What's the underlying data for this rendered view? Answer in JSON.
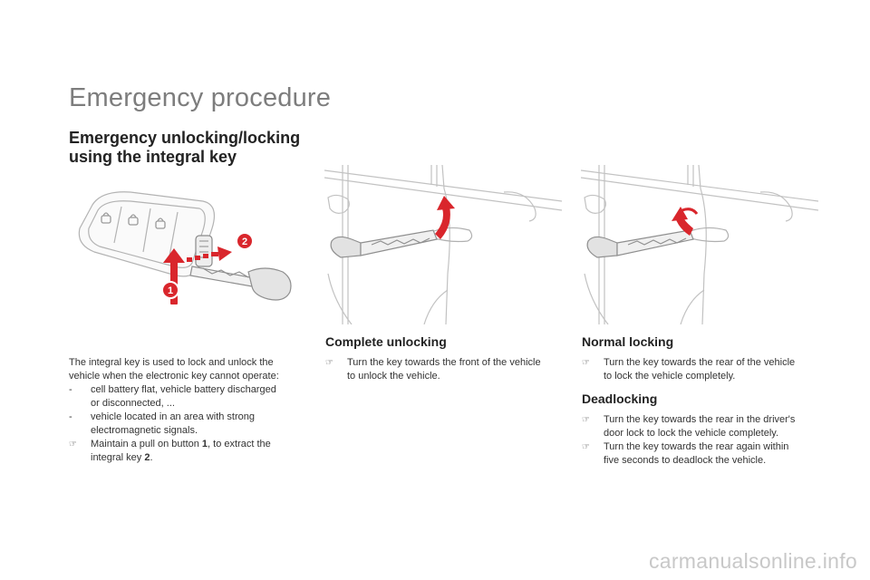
{
  "page": {
    "title": "Emergency procedure",
    "section_title_line1": "Emergency unlocking/locking",
    "section_title_line2": "using the integral key"
  },
  "colors": {
    "accent_red": "#d9262c",
    "title_gray": "#7d7d7d",
    "line_gray": "#b5b5b5"
  },
  "icons": {
    "bullet": "pointing-finger-icon",
    "step_badge": "numbered-circle-icon"
  },
  "illustration_key": {
    "badge1": "1",
    "badge2": "2"
  },
  "intro": {
    "line1": "The integral key is used to lock and unlock the",
    "line2": "vehicle when the electronic key cannot operate:",
    "item1_dash": "-",
    "item1_line1": "cell battery flat, vehicle battery discharged",
    "item1_line2": "or disconnected, ...",
    "item2_dash": "-",
    "item2_line1": "vehicle located in an area with strong",
    "item2_line2": "electromagnetic signals.",
    "step_line1_pre": "Maintain a pull on button ",
    "step_line1_num": "1",
    "step_line1_post": ", to extract the",
    "step_line2_pre": "integral key ",
    "step_line2_num": "2",
    "step_line2_post": "."
  },
  "complete_unlocking": {
    "heading": "Complete unlocking",
    "line1": "Turn the key towards the front of the vehicle",
    "line2": "to unlock the vehicle."
  },
  "normal_locking": {
    "heading": "Normal locking",
    "line1": "Turn the key towards the rear of the vehicle",
    "line2": "to lock the vehicle completely."
  },
  "deadlocking": {
    "heading": "Deadlocking",
    "item1_line1": "Turn the key towards the rear in the driver's",
    "item1_line2": "door lock to lock the vehicle completely.",
    "item2_line1": "Turn the key towards the rear again within",
    "item2_line2": "five seconds to deadlock the vehicle."
  },
  "watermark": "carmanualsonline.info"
}
